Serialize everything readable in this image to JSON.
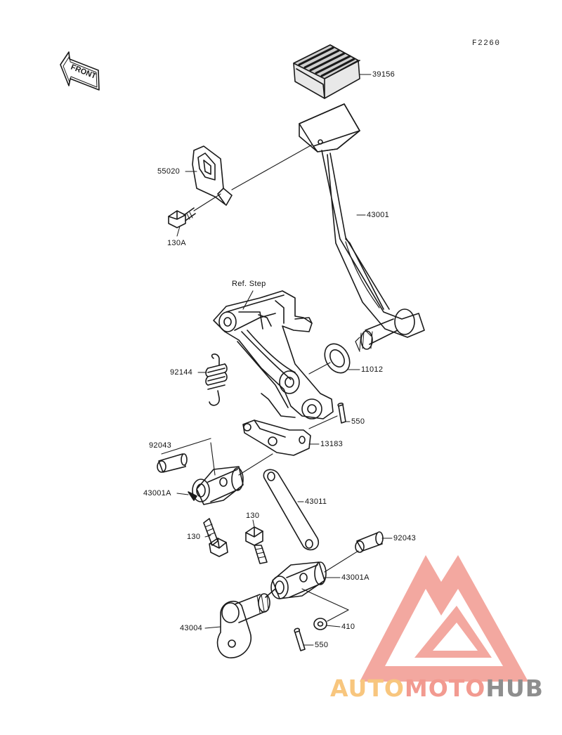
{
  "diagram": {
    "code": "F2260",
    "front_badge": "FRONT",
    "parts": {
      "p39156": "39156",
      "p55020": "55020",
      "p43001": "43001",
      "p130A": "130A",
      "ref_step": "Ref. Step",
      "p92144": "92144",
      "p11012": "11012",
      "p550_top": "550",
      "p92043_left": "92043",
      "p13183": "13183",
      "p43001A_left": "43001A",
      "p43011": "43011",
      "p130_left": "130",
      "p130_mid": "130",
      "p92043_right": "92043",
      "p43001A_right": "43001A",
      "p43004": "43004",
      "p410": "410",
      "p550_bottom": "550"
    }
  },
  "watermark": {
    "part1": "AUTO",
    "part2": "MOTO",
    "part3": "HUB",
    "colors": {
      "auto": "#f8c67e",
      "moto": "#f29a90",
      "hub": "#8e8e8e"
    }
  }
}
